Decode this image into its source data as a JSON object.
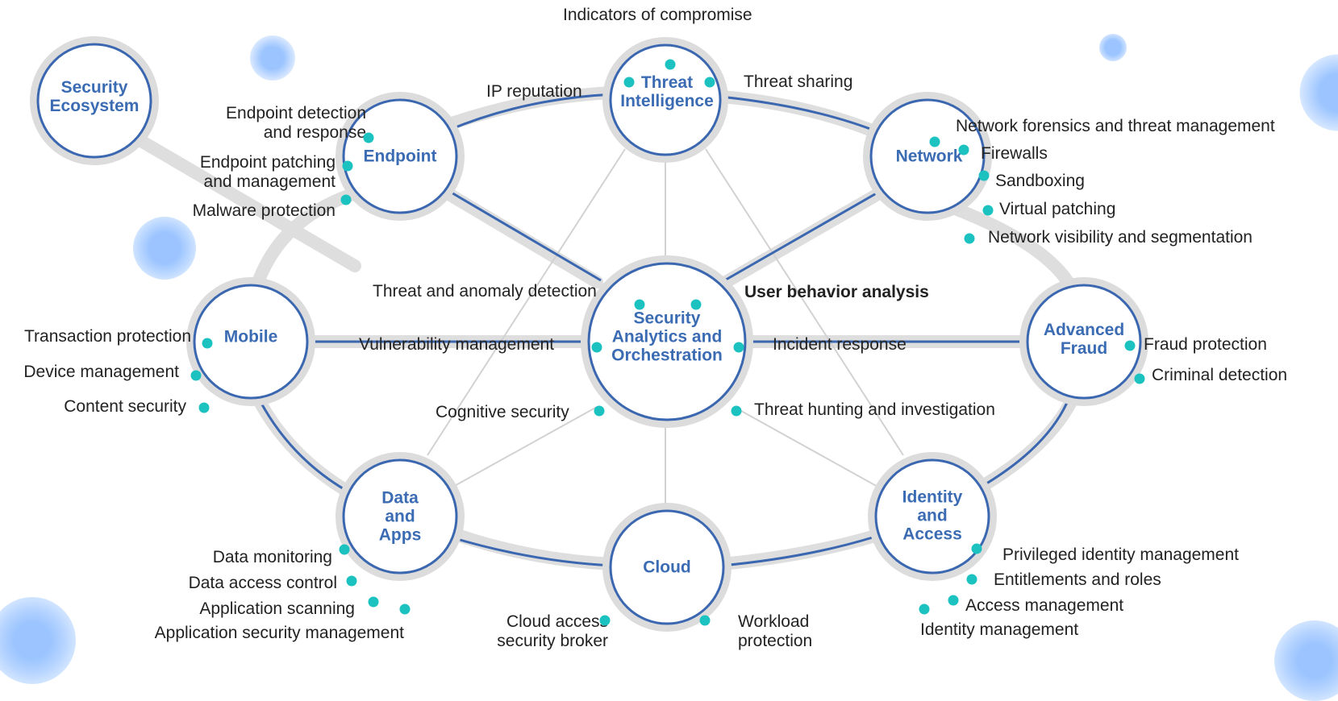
{
  "diagram": {
    "title": "Security Ecosystem",
    "colors": {
      "node_border": "#3a67b0",
      "node_label": "#3b6cb3",
      "halo": "#dcdcdc",
      "capability_dot": "#1bc2c0",
      "text": "#222222",
      "bubble": "#9cc5ff"
    },
    "nodes": [
      {
        "id": "security-ecosystem",
        "label": "Security\nEcosystem"
      },
      {
        "id": "endpoint",
        "label": "Endpoint"
      },
      {
        "id": "threat-intelligence",
        "label": "Threat\nIntelligence"
      },
      {
        "id": "network",
        "label": "Network"
      },
      {
        "id": "mobile",
        "label": "Mobile"
      },
      {
        "id": "security-analytics",
        "label": "Security\nAnalytics and\nOrchestration"
      },
      {
        "id": "advanced-fraud",
        "label": "Advanced\nFraud"
      },
      {
        "id": "data-and-apps",
        "label": "Data\nand\nApps"
      },
      {
        "id": "cloud",
        "label": "Cloud"
      },
      {
        "id": "identity-and-access",
        "label": "Identity\nand\nAccess"
      }
    ],
    "capabilities": {
      "threat_intelligence": [
        "Indicators of compromise",
        "IP reputation",
        "Threat sharing"
      ],
      "endpoint": [
        "Endpoint detection\nand response",
        "Endpoint patching\nand management",
        "Malware protection"
      ],
      "network": [
        "Network forensics and threat management",
        "Firewalls",
        "Sandboxing",
        "Virtual patching",
        "Network visibility and segmentation"
      ],
      "mobile": [
        "Transaction protection",
        "Device management",
        "Content security"
      ],
      "security_analytics": [
        "Threat and anomaly detection",
        "User behavior analysis",
        "Vulnerability management",
        "Incident response",
        "Cognitive security",
        "Threat hunting and investigation"
      ],
      "advanced_fraud": [
        "Fraud protection",
        "Criminal detection"
      ],
      "data_and_apps": [
        "Data monitoring",
        "Data access control",
        "Application scanning",
        "Application security management"
      ],
      "cloud": [
        "Cloud access\nsecurity broker",
        "Workload\nprotection"
      ],
      "identity_and_access": [
        "Privileged identity management",
        "Entitlements and roles",
        "Access management",
        "Identity management"
      ]
    }
  }
}
